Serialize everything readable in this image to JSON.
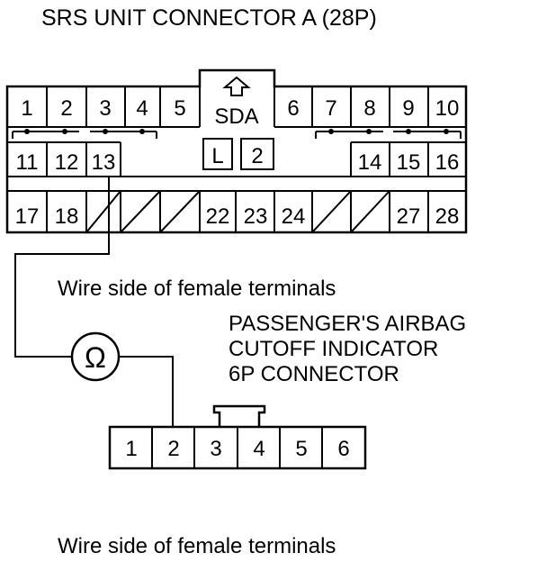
{
  "title": "SRS UNIT CONNECTOR A (28P)",
  "connector_a": {
    "row1": [
      "1",
      "2",
      "3",
      "4",
      "5",
      "6",
      "7",
      "8",
      "9",
      "10"
    ],
    "sda_label": "SDA",
    "l_label": "L",
    "two_label": "2",
    "row2": [
      "11",
      "12",
      "13",
      "14",
      "15",
      "16"
    ],
    "row3": [
      "17",
      "18",
      "22",
      "23",
      "24",
      "27",
      "28"
    ],
    "wire_side_label": "Wire side of female terminals"
  },
  "meter": {
    "symbol": "Ω",
    "icon": "ohmmeter-icon"
  },
  "connector_b": {
    "title_lines": [
      "PASSENGER'S AIRBAG",
      "CUTOFF INDICATOR",
      "6P CONNECTOR"
    ],
    "terminals": [
      "1",
      "2",
      "3",
      "4",
      "5",
      "6"
    ],
    "wire_side_label": "Wire side of female terminals"
  }
}
